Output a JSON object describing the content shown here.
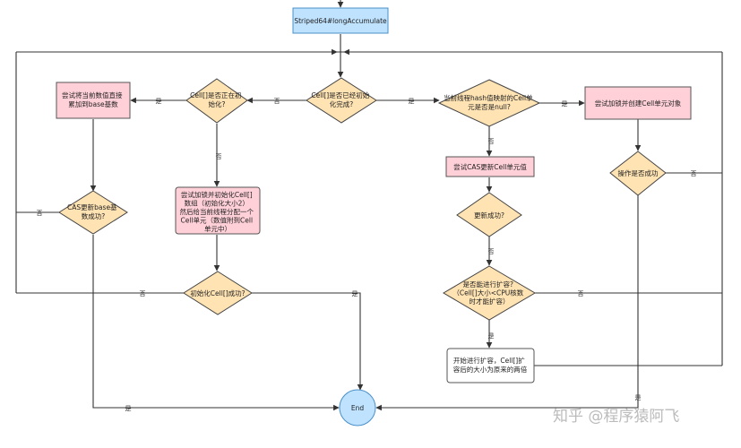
{
  "nodes": {
    "start": [
      "Striped64#longAccumulate"
    ],
    "cells_init": [
      "Cell[]是否已经初始",
      "化完成?"
    ],
    "cells_initializing": [
      "Cell[]是否正在初",
      "始化?"
    ],
    "cas_cell_or_base": [
      "尝试将当前数值直接",
      "累加到base基数"
    ],
    "cas_base_ok": [
      "CAS更新base基",
      "数成功?"
    ],
    "lock_init": [
      "尝试加锁并初始化Cell[]",
      "数组（初始化大小2）",
      "然后给当前线程分配一个",
      "Cell单元（数值附到Cell",
      "单元中）"
    ],
    "init_ok": [
      "初始化Cell[]成功?"
    ],
    "hash_cell_null": [
      "当前线程hash值映射的Cell单",
      "元是否是null?"
    ],
    "cas_cell": [
      "尝试CAS更新Cell单元值"
    ],
    "update_ok": [
      "更新成功?"
    ],
    "can_expand": [
      "是否能进行扩容?",
      "（Cell[]大小<CPU核数",
      "时才能扩容）"
    ],
    "expand": [
      "开始进行扩容，Cell[]扩",
      "容后的大小为原来的两倍"
    ],
    "lock_create_cell": [
      "尝试加锁并创建Cell单元对象"
    ],
    "op_ok": [
      "操作是否成功"
    ],
    "end": [
      "End"
    ]
  },
  "edge_labels": {
    "yes": "是",
    "no": "否"
  },
  "watermark": "知乎 @程序猿阿飞"
}
